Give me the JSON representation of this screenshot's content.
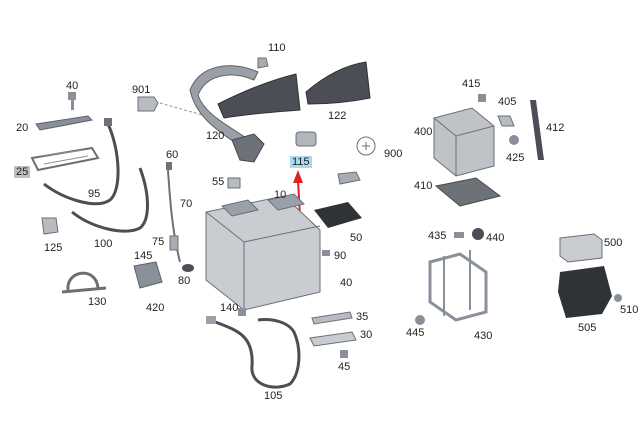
{
  "diagram": {
    "part_labels": [
      "110",
      "901",
      "415",
      "405",
      "400",
      "412",
      "425",
      "122",
      "120",
      "115",
      "900",
      "40",
      "20",
      "60",
      "25",
      "55",
      "10",
      "410",
      "95",
      "125",
      "100",
      "70",
      "75",
      "50",
      "435",
      "440",
      "500",
      "90",
      "80",
      "40",
      "145",
      "420",
      "130",
      "35",
      "140",
      "30",
      "445",
      "430",
      "505",
      "510",
      "45",
      "105"
    ],
    "highlight": {
      "selected_part": "115",
      "selected_color": "#a9d8f1",
      "other_part": "25",
      "other_color": "#bfbfbf",
      "arrow_color": "#e02020"
    },
    "parts_color": "#8a9099",
    "text_color": "#222222"
  }
}
